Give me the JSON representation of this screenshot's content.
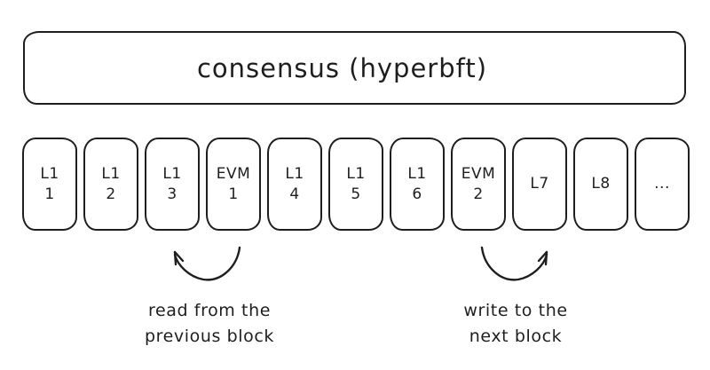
{
  "title": "consensus (hyperbft)",
  "blocks": [
    {
      "line1": "L1",
      "line2": "1"
    },
    {
      "line1": "L1",
      "line2": "2"
    },
    {
      "line1": "L1",
      "line2": "3"
    },
    {
      "line1": "EVM",
      "line2": "1"
    },
    {
      "line1": "L1",
      "line2": "4"
    },
    {
      "line1": "L1",
      "line2": "5"
    },
    {
      "line1": "L1",
      "line2": "6"
    },
    {
      "line1": "EVM",
      "line2": "2"
    },
    {
      "line1": "L7",
      "line2": ""
    },
    {
      "line1": "L8",
      "line2": ""
    },
    {
      "line1": "...",
      "line2": ""
    }
  ],
  "annotations": {
    "read_arrow_label": {
      "line1": "read from the",
      "line2": "previous block"
    },
    "write_arrow_label": {
      "line1": "write to the",
      "line2": "next block"
    }
  },
  "icons": {
    "read_arrow": "curved-arrow-up-left",
    "write_arrow": "curved-arrow-up-right"
  },
  "colors": {
    "stroke": "#1e1e1e",
    "background": "#ffffff"
  }
}
